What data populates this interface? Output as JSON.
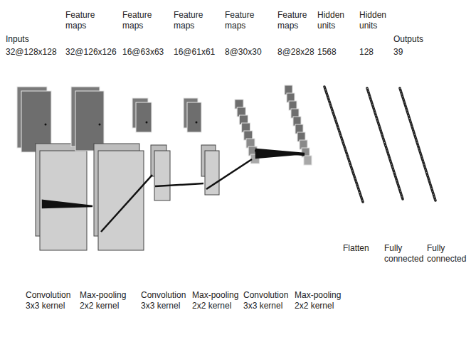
{
  "diagram": {
    "labels": [
      "Inputs",
      "32@128x128",
      "Feature maps",
      "32@126x126",
      "Feature maps",
      "16@63x63",
      "Feature maps",
      "16@61x61",
      "Feature maps",
      "8@30x30",
      "Feature maps",
      "8@28x28",
      "Hidden units",
      "1568",
      "Hidden units",
      "128",
      "Outputs",
      "39",
      "Flatten",
      "Fully connected",
      "Fully connected",
      "Convolution 3x3 kernel",
      "Max-pooling 2x2 kernel",
      "Convolution 3x3 kernel",
      "Max-pooling 2x2 kernel",
      "Convolution 3x3 kernel",
      "Max-pooling 2x2 kernel"
    ]
  }
}
